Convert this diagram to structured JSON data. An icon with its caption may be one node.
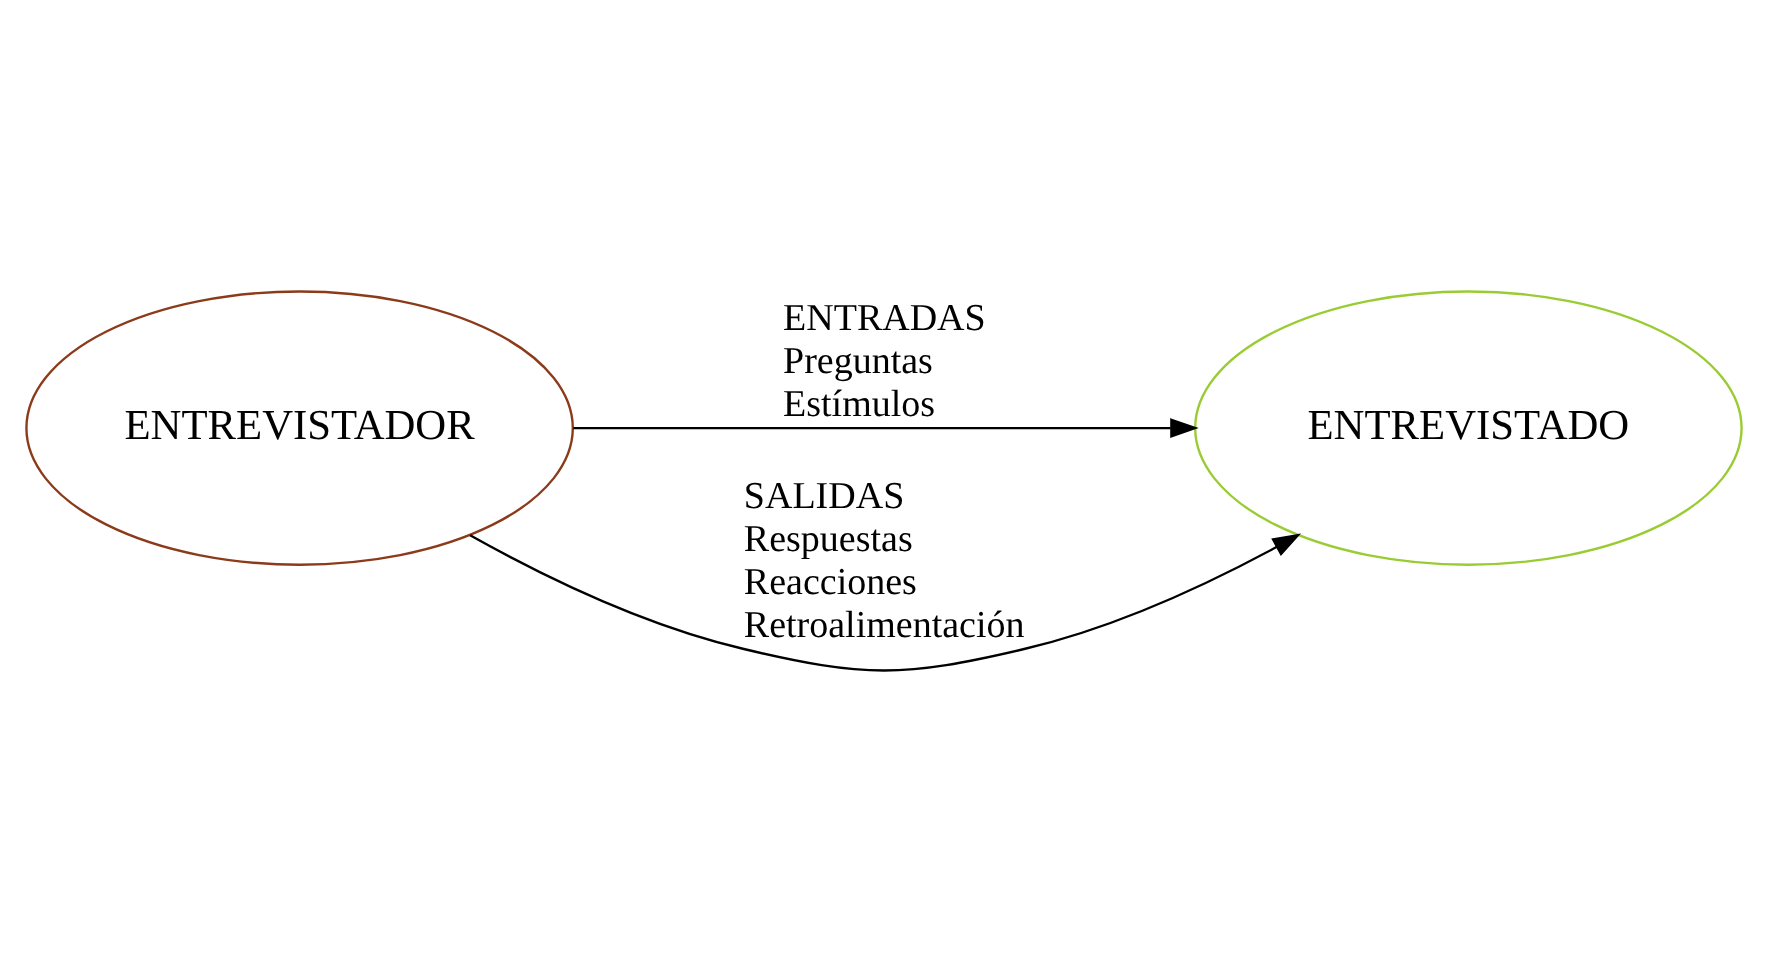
{
  "diagram": {
    "nodes": [
      {
        "text": [
          "ENTREVISTADOR"
        ]
      },
      {
        "text": [
          "ENTREVISTADO"
        ]
      }
    ],
    "edges": [
      {
        "from": 0,
        "to": 1,
        "arrow": "to",
        "label": "ENTRADAS Preguntas Estímulos"
      },
      {
        "from": 0,
        "to": 1,
        "arrow": "to",
        "label": "SALIDAS Respuestas Reacciones Retroalimentación"
      }
    ]
  }
}
